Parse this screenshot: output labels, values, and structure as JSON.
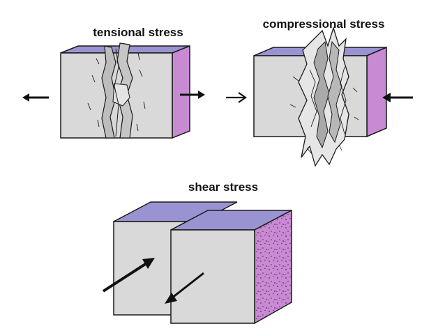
{
  "labels": {
    "tension": "tensional stress",
    "compression": "compressional stress",
    "shear": "shear stress"
  },
  "colors": {
    "front_face": "#d9d9d9",
    "top_face": "#9a93d2",
    "side_face": "#c88ad3",
    "outline": "#1a1a1a",
    "arrow": "#111111",
    "background": "#ffffff"
  },
  "icons": {
    "tension_left": "arrow-left-icon",
    "tension_right": "arrow-right-icon",
    "compression_left": "arrow-right-icon",
    "compression_right": "arrow-left-icon",
    "shear_up": "arrow-up-right-icon",
    "shear_down": "arrow-down-left-icon"
  }
}
